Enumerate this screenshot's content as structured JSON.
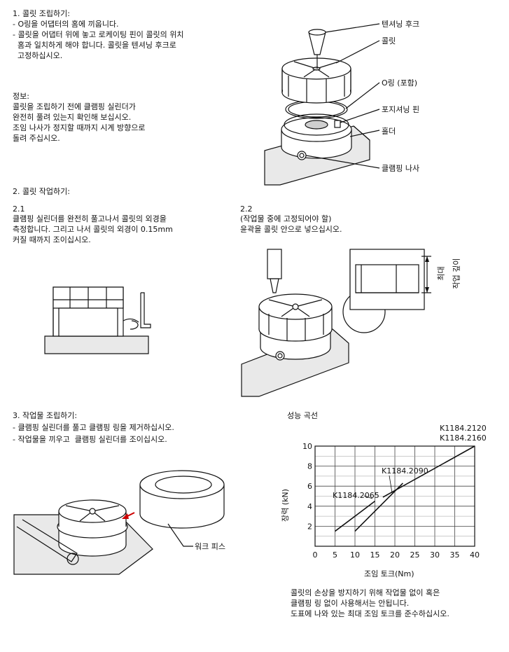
{
  "sections": {
    "assembly": {
      "heading": "1. 콜릿 조립하기:",
      "steps": [
        "- O링을 어댑터의 홈에 끼웁니다.",
        "- 콜릿을 어댑터 위에 놓고 로케이팅 핀이 콜릿의 위치",
        "  홈과 일치하게 해야 합니다. 콜릿을 텐셔닝 후크로",
        "  고정하십시오."
      ],
      "info": [
        "정보:",
        "콜릿을 조립하기 전에 클램핑 실린더가",
        "완전히 풀려 있는지 확인해 보십시오.",
        "조임 나사가 정지할 때까지 시계 방향으로",
        "돌려 주십시오."
      ],
      "callouts": {
        "tension_hook": "텐셔닝 후크",
        "collet": "콜릿",
        "o_ring": "O링 (포함)",
        "positioning_pin": "포지셔닝 핀",
        "holder": "홀더",
        "clamping_screw": "클램핑 나사"
      }
    },
    "working": {
      "heading": "2. 콜릿 작업하기:",
      "step1": [
        "2.1",
        "클램핑 실린더를 완전히 풀고나서 콜릿의 외경을",
        "측정합니다. 그리고 나서 콜릿의 외경이 0.15mm",
        "커질 때까지 조이십시오."
      ],
      "step2": [
        "2.2",
        "(작업물 중에 고정되어야 할)",
        "윤곽을 콜릿 안으로 넣으십시오."
      ],
      "max_depth_label": [
        "최대",
        "작업 깊이"
      ]
    },
    "workpiece": {
      "heading": "3. 작업물 조립하기:",
      "steps": [
        "- 클램핑 실린더를 풀고 클램핑 링을 제거하십시오.",
        "- 작업물을 끼우고  클램핑 실린더를 조이십시오."
      ],
      "callout": "워크 피스"
    },
    "performance": {
      "title": "성능 곡선",
      "note": [
        "콜릿의 손상을 방지하기 위해 작업물 없이 혹은",
        "클램핑 링 없이 사용해서는 안됩니다.",
        "도표에 나와 있는 최대 조임 토크를 준수하십시오."
      ]
    }
  },
  "chart_data": {
    "type": "line",
    "title": "",
    "xlabel": "조임 토크(Nm)",
    "ylabel": "장력 (kN)",
    "xlim": [
      0,
      40
    ],
    "ylim": [
      0,
      10
    ],
    "xticks": [
      0,
      5,
      10,
      15,
      20,
      25,
      30,
      35,
      40
    ],
    "yticks": [
      2,
      4,
      6,
      8,
      10
    ],
    "grid": true,
    "series": [
      {
        "name": "K1184.2065",
        "x": [
          5,
          15
        ],
        "y": [
          1.5,
          4.5
        ]
      },
      {
        "name": "K1184.2090",
        "x": [
          10,
          22
        ],
        "y": [
          1.5,
          6.3
        ]
      },
      {
        "name": "K1184.2120",
        "x": [
          17,
          40
        ],
        "y": [
          4.9,
          10
        ]
      }
    ],
    "header_labels": [
      "K1184.2120",
      "K1184.2160"
    ]
  }
}
